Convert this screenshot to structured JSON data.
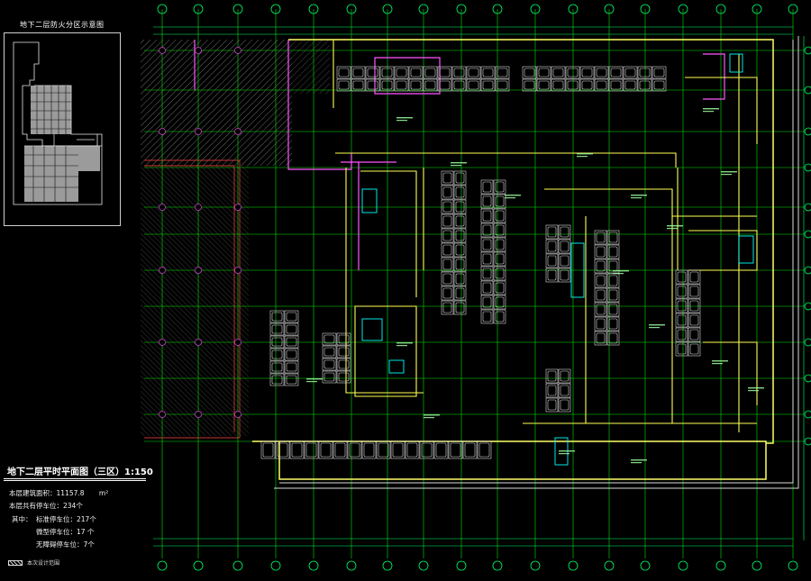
{
  "keyplan": {
    "title": "地下二层防火分区示意图"
  },
  "title_block": {
    "drawing_title": "地下二层平时平面图（三区）1:150",
    "area_label": "本层建筑面积：",
    "area_value": "11157.8",
    "area_unit": "m²",
    "parking_total_label": "本层共有停车位：",
    "parking_total_value": "234个",
    "of_which_label": "其中：",
    "standard_label": "标准停车位：",
    "standard_value": "217个",
    "micro_label": "微型停车位：",
    "micro_value": "17 个",
    "accessible_label": "无障碍停车位：",
    "accessible_value": "7个"
  },
  "legend": {
    "text": "本次设计范围"
  },
  "colors": {
    "background": "#000000",
    "grid_axis": "#00ff00",
    "walls": "#ffff66",
    "core": "#ff66ff",
    "equipment": "#00ffff",
    "parking": "#e0e0e0",
    "columns": "#cc44cc",
    "hatch": "#8a8a8a"
  }
}
